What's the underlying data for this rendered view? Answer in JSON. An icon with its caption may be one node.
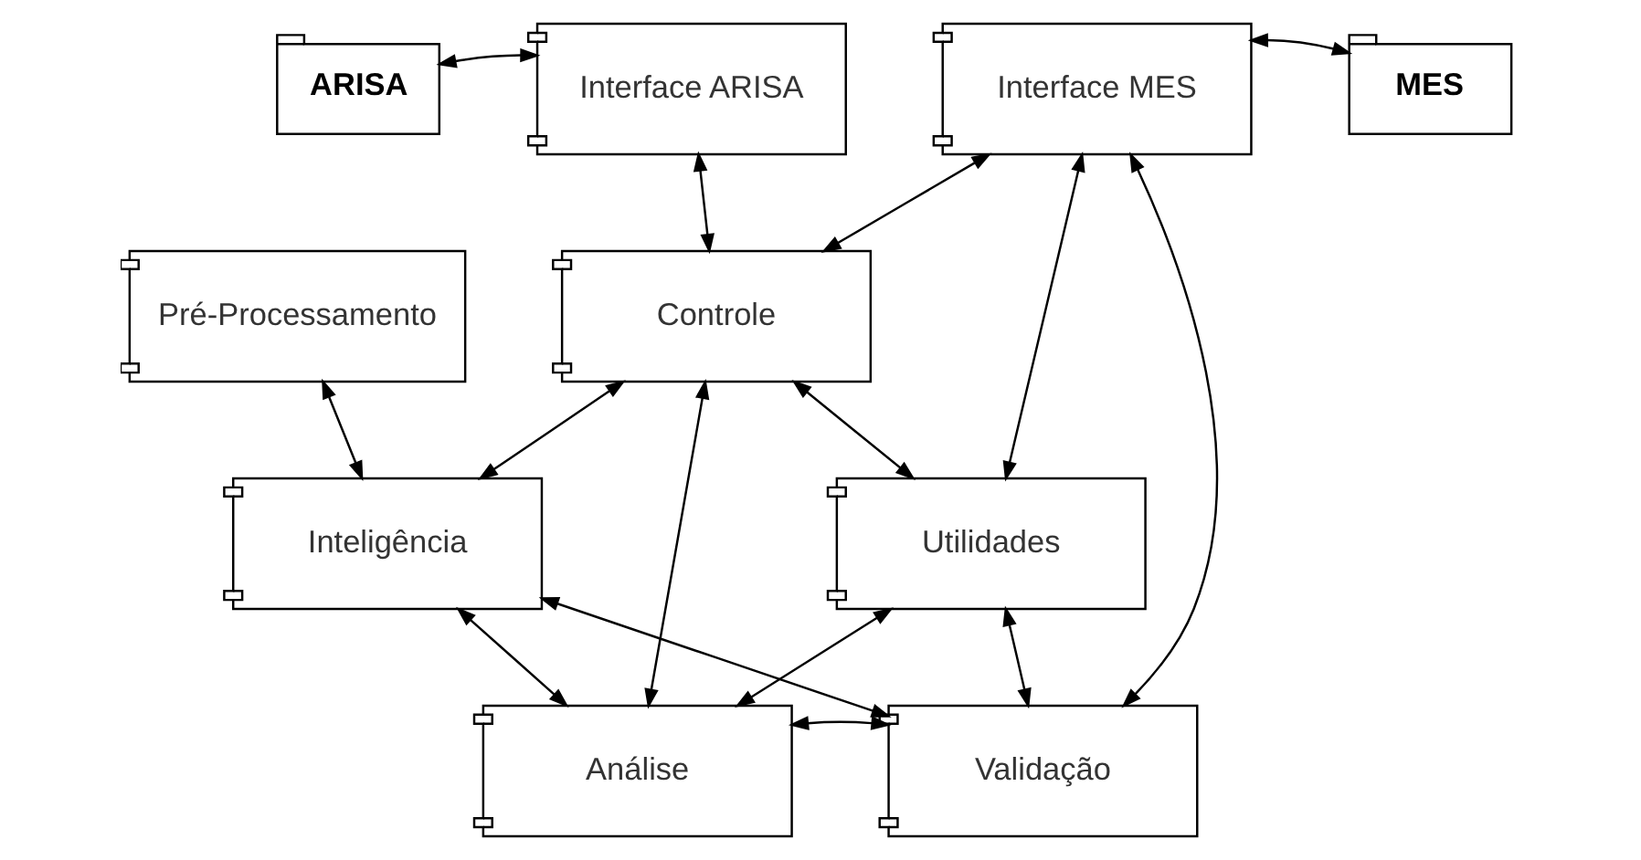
{
  "diagram": {
    "nodes": [
      {
        "text": [
          "ARISA"
        ]
      },
      {
        "text": [
          "Interface ARISA"
        ]
      },
      {
        "text": [
          "Interface MES"
        ]
      },
      {
        "text": [
          "MES"
        ]
      },
      {
        "text": [
          "Controle"
        ]
      },
      {
        "text": [
          "Pré-Processamento"
        ]
      },
      {
        "text": [
          "Inteligência"
        ]
      },
      {
        "text": [
          "Utilidades"
        ]
      },
      {
        "text": [
          "Análise"
        ]
      },
      {
        "text": [
          "Validação"
        ]
      }
    ],
    "edges": [
      {
        "from": 0,
        "to": 1,
        "arrow": "both"
      },
      {
        "from": 2,
        "to": 3,
        "arrow": "both"
      },
      {
        "from": 1,
        "to": 4,
        "arrow": "both"
      },
      {
        "from": 4,
        "to": 2,
        "arrow": "both"
      },
      {
        "from": 2,
        "to": 7,
        "arrow": "both"
      },
      {
        "from": 2,
        "to": 9,
        "arrow": "both"
      },
      {
        "from": 5,
        "to": 6,
        "arrow": "both"
      },
      {
        "from": 6,
        "to": 4,
        "arrow": "both"
      },
      {
        "from": 4,
        "to": 7,
        "arrow": "both"
      },
      {
        "from": 4,
        "to": 8,
        "arrow": "both"
      },
      {
        "from": 6,
        "to": 8,
        "arrow": "both"
      },
      {
        "from": 6,
        "to": 9,
        "arrow": "both"
      },
      {
        "from": 7,
        "to": 8,
        "arrow": "both"
      },
      {
        "from": 7,
        "to": 9,
        "arrow": "both"
      },
      {
        "from": 8,
        "to": 9,
        "arrow": "both"
      }
    ]
  }
}
